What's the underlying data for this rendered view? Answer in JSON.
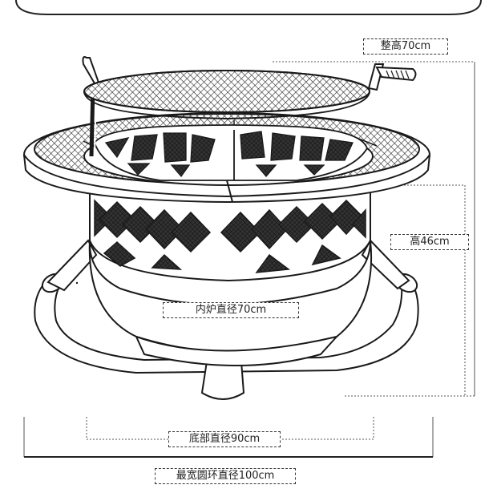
{
  "labels": {
    "overall_height": "整高70cm",
    "height": "高46cm",
    "inner_diameter": "内炉直径70cm",
    "base_diameter": "底部直径90cm",
    "ring_diameter": "最宽圆环直径100cm"
  },
  "colors": {
    "line": "#1a1a1a",
    "mesh": "#2a2a2a",
    "background": "#ffffff"
  }
}
